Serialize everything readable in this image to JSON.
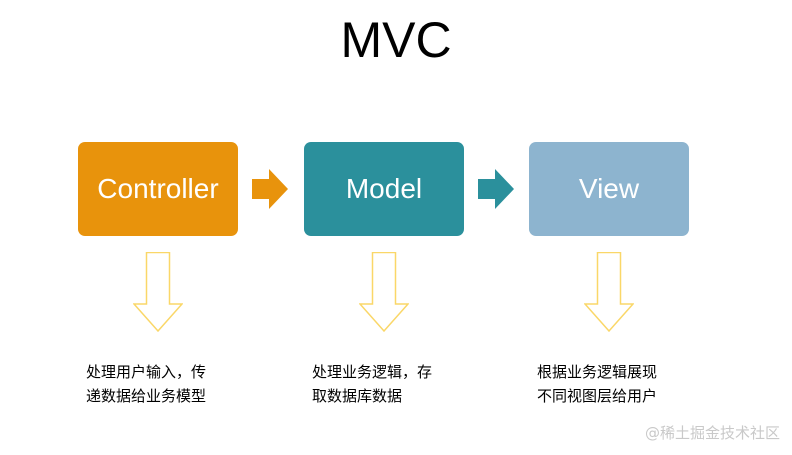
{
  "title": "MVC",
  "colors": {
    "controller": "#e8930c",
    "model": "#2b909c",
    "view": "#8db4cf",
    "arrow_outline": "#fad768"
  },
  "boxes": [
    {
      "label": "Controller"
    },
    {
      "label": "Model"
    },
    {
      "label": "View"
    }
  ],
  "descriptions": [
    {
      "lines": [
        "处理用户输入，传",
        "递数据给业务模型"
      ]
    },
    {
      "lines": [
        "处理业务逻辑，存",
        "取数据库数据"
      ]
    },
    {
      "lines": [
        "根据业务逻辑展现",
        "不同视图层给用户"
      ]
    }
  ],
  "watermark": "@稀土掘金技术社区"
}
